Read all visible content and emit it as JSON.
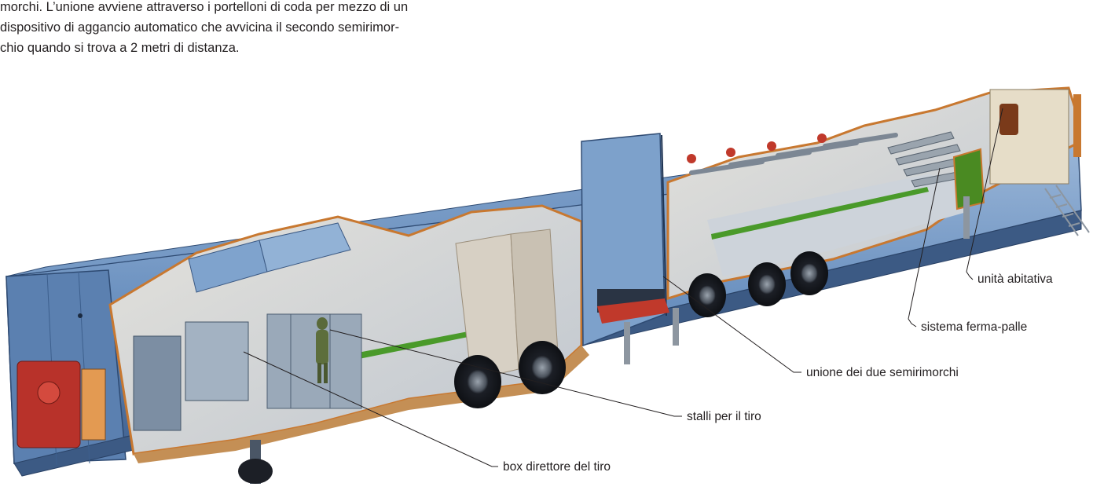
{
  "intro": {
    "lines": [
      "morchi. L’unione avviene attraverso i portelloni di coda per mezzo di un",
      "dispositivo di aggancio automatico che avvicina il secondo semirimor-",
      "chio quando si trova a 2 metri di distanza."
    ]
  },
  "labels": {
    "unita_abitativa": "unità abitativa",
    "sistema_ferma_palle": "sistema ferma-palle",
    "unione_semirimorchi": "unione dei due semirimorchi",
    "stalli_tiro": "stalli per il tiro",
    "box_direttore": "box direttore del tiro"
  },
  "colors": {
    "trailer_body": "#6b92c0",
    "trailer_dark": "#3f5f8c",
    "interior_floor": "#c9cfd6",
    "stripe_green": "#4a9a2a",
    "trim_orange": "#c87830",
    "tire": "#1c1f26",
    "generator_red": "#b8322a"
  }
}
